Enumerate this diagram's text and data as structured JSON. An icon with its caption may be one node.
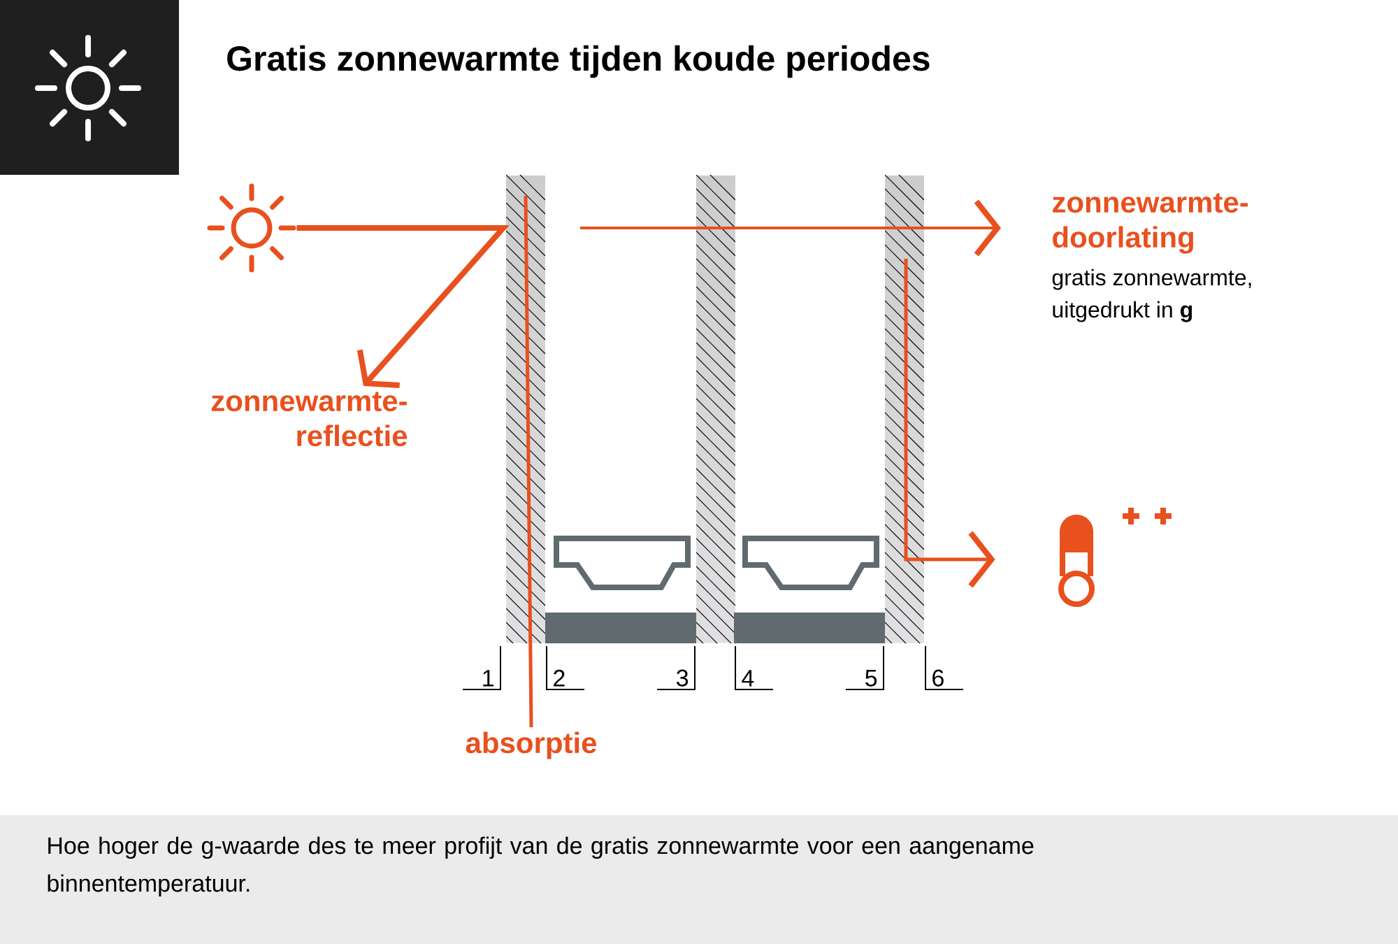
{
  "diagram": {
    "title": "Gratis zonnewarmte tijden koude periodes",
    "caption": "Hoe hoger de g-waarde des te meer profijt van de gratis zonnewarmte voor een aangename binnentemperatuur.",
    "nodes": [
      {
        "text": [],
        "shape": "sun"
      },
      {
        "text": [
          "zonnewarmte- reflectie"
        ]
      },
      {
        "text": [
          "zonnewarmte- doorlating",
          "gratis zonnewarmte, uitgedrukt in **g**"
        ]
      },
      {
        "text": [
          "absorptie"
        ]
      },
      {
        "text": [],
        "shape": "thermometer"
      }
    ],
    "edges": [
      {
        "from": 0,
        "to": 1,
        "arrow": "to"
      },
      {
        "from": null,
        "to": 2,
        "arrow": "to"
      },
      {
        "from": null,
        "to": 4,
        "arrow": "to"
      },
      {
        "from": null,
        "to": 3,
        "arrow": "none"
      }
    ],
    "labels": [
      "1",
      "2",
      "3",
      "4",
      "5",
      "6"
    ]
  }
}
